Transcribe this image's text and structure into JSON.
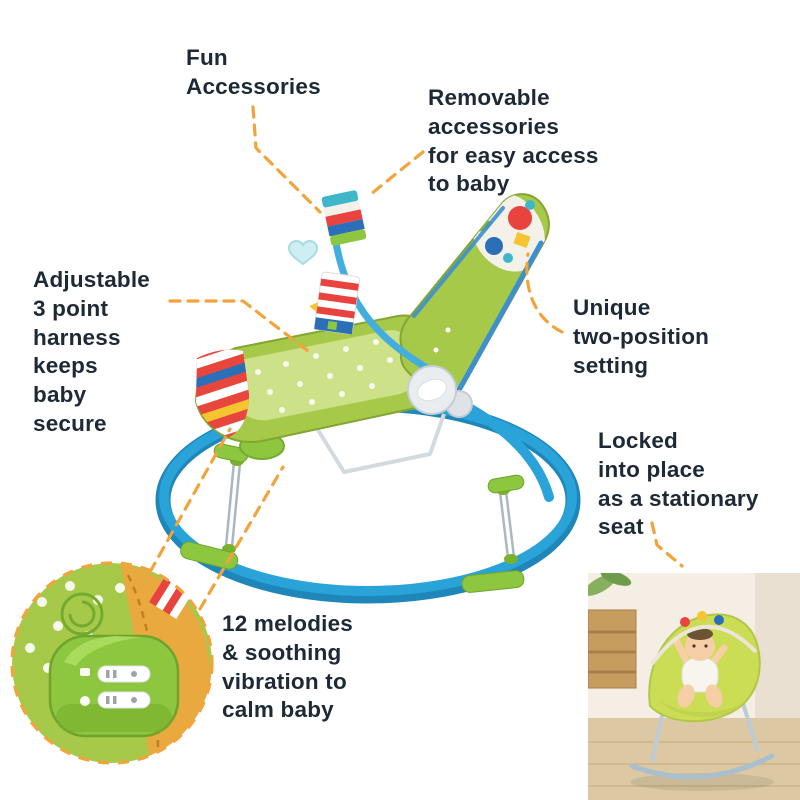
{
  "colors": {
    "ink": "#1d2a36",
    "dash": "#f2a33c",
    "frame_blue": "#2aa3d9",
    "seat_green": "#a6c94a",
    "accent_green": "#8dc63f"
  },
  "callouts": {
    "fun_accessories": "Fun\nAccessories",
    "removable": "Removable\naccessories\nfor easy access\nto baby",
    "harness": "Adjustable\n3 point\nharness\nkeeps\nbaby\nsecure",
    "two_position": "Unique\ntwo-position\nsetting",
    "locked": "Locked\ninto place\nas a stationary\nseat",
    "melodies": "12 melodies\n& soothing\nvibration to\ncalm baby"
  }
}
